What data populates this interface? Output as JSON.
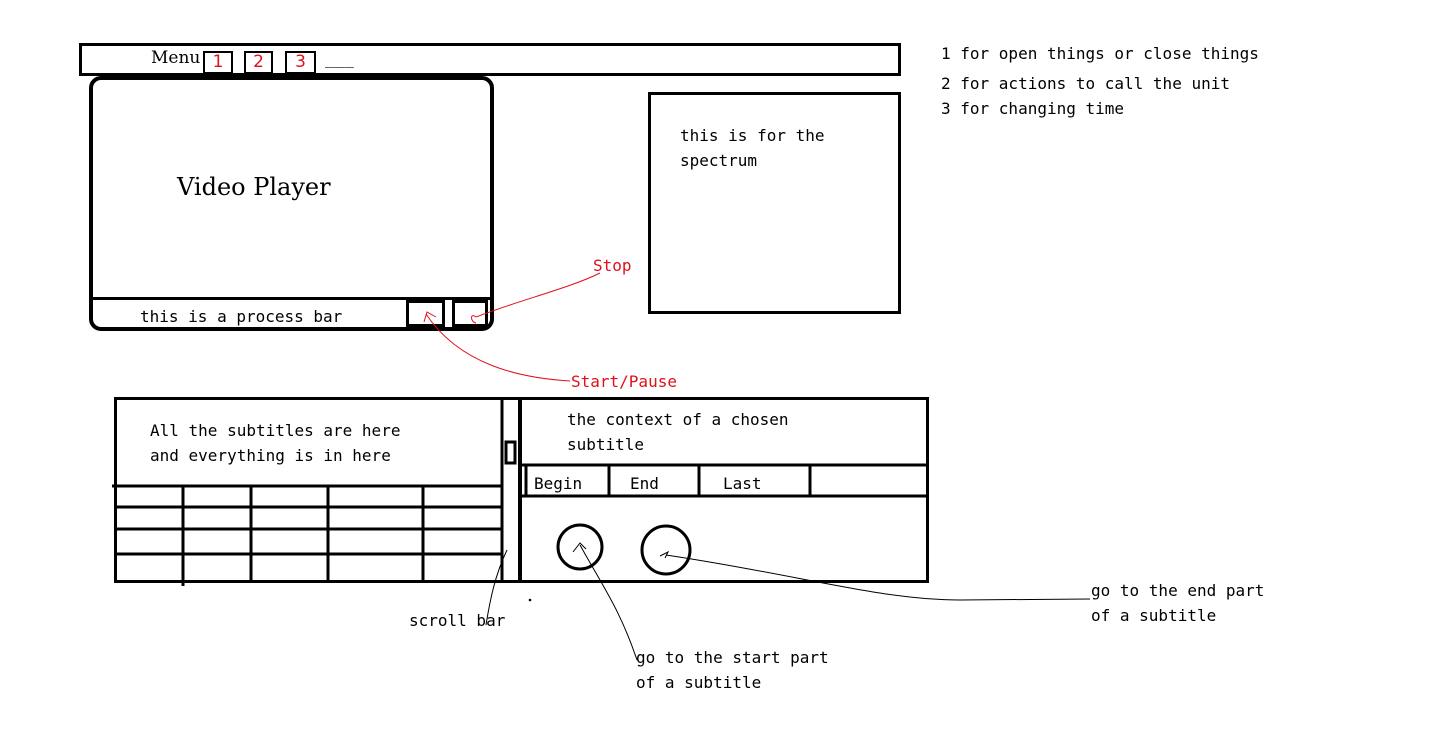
{
  "menu": {
    "label": "Menu",
    "buttons": [
      "1",
      "2",
      "3"
    ],
    "extra": "___"
  },
  "legend": [
    "1 for open things or close things",
    "2 for actions to call the unit",
    "3 for changing time"
  ],
  "video": {
    "title": "Video Player",
    "process_bar": "this is a process bar"
  },
  "spectrum": {
    "lines": [
      "this is for the",
      "spectrum"
    ]
  },
  "annotations": {
    "stop": "Stop",
    "start_pause": "Start/Pause",
    "scroll_bar": "scroll bar",
    "go_start": [
      "go to the start part",
      "of a subtitle"
    ],
    "go_end": [
      "go to the end part",
      "of a subtitle"
    ]
  },
  "subtitles": {
    "list_lines": [
      "All the subtitles are here",
      "and everything is in here"
    ],
    "context_lines": [
      "the context of a chosen",
      "subtitle"
    ],
    "columns": [
      "Begin",
      "End",
      "Last",
      ""
    ]
  },
  "colors": {
    "annotation": "#e0101c",
    "line": "#000000"
  }
}
